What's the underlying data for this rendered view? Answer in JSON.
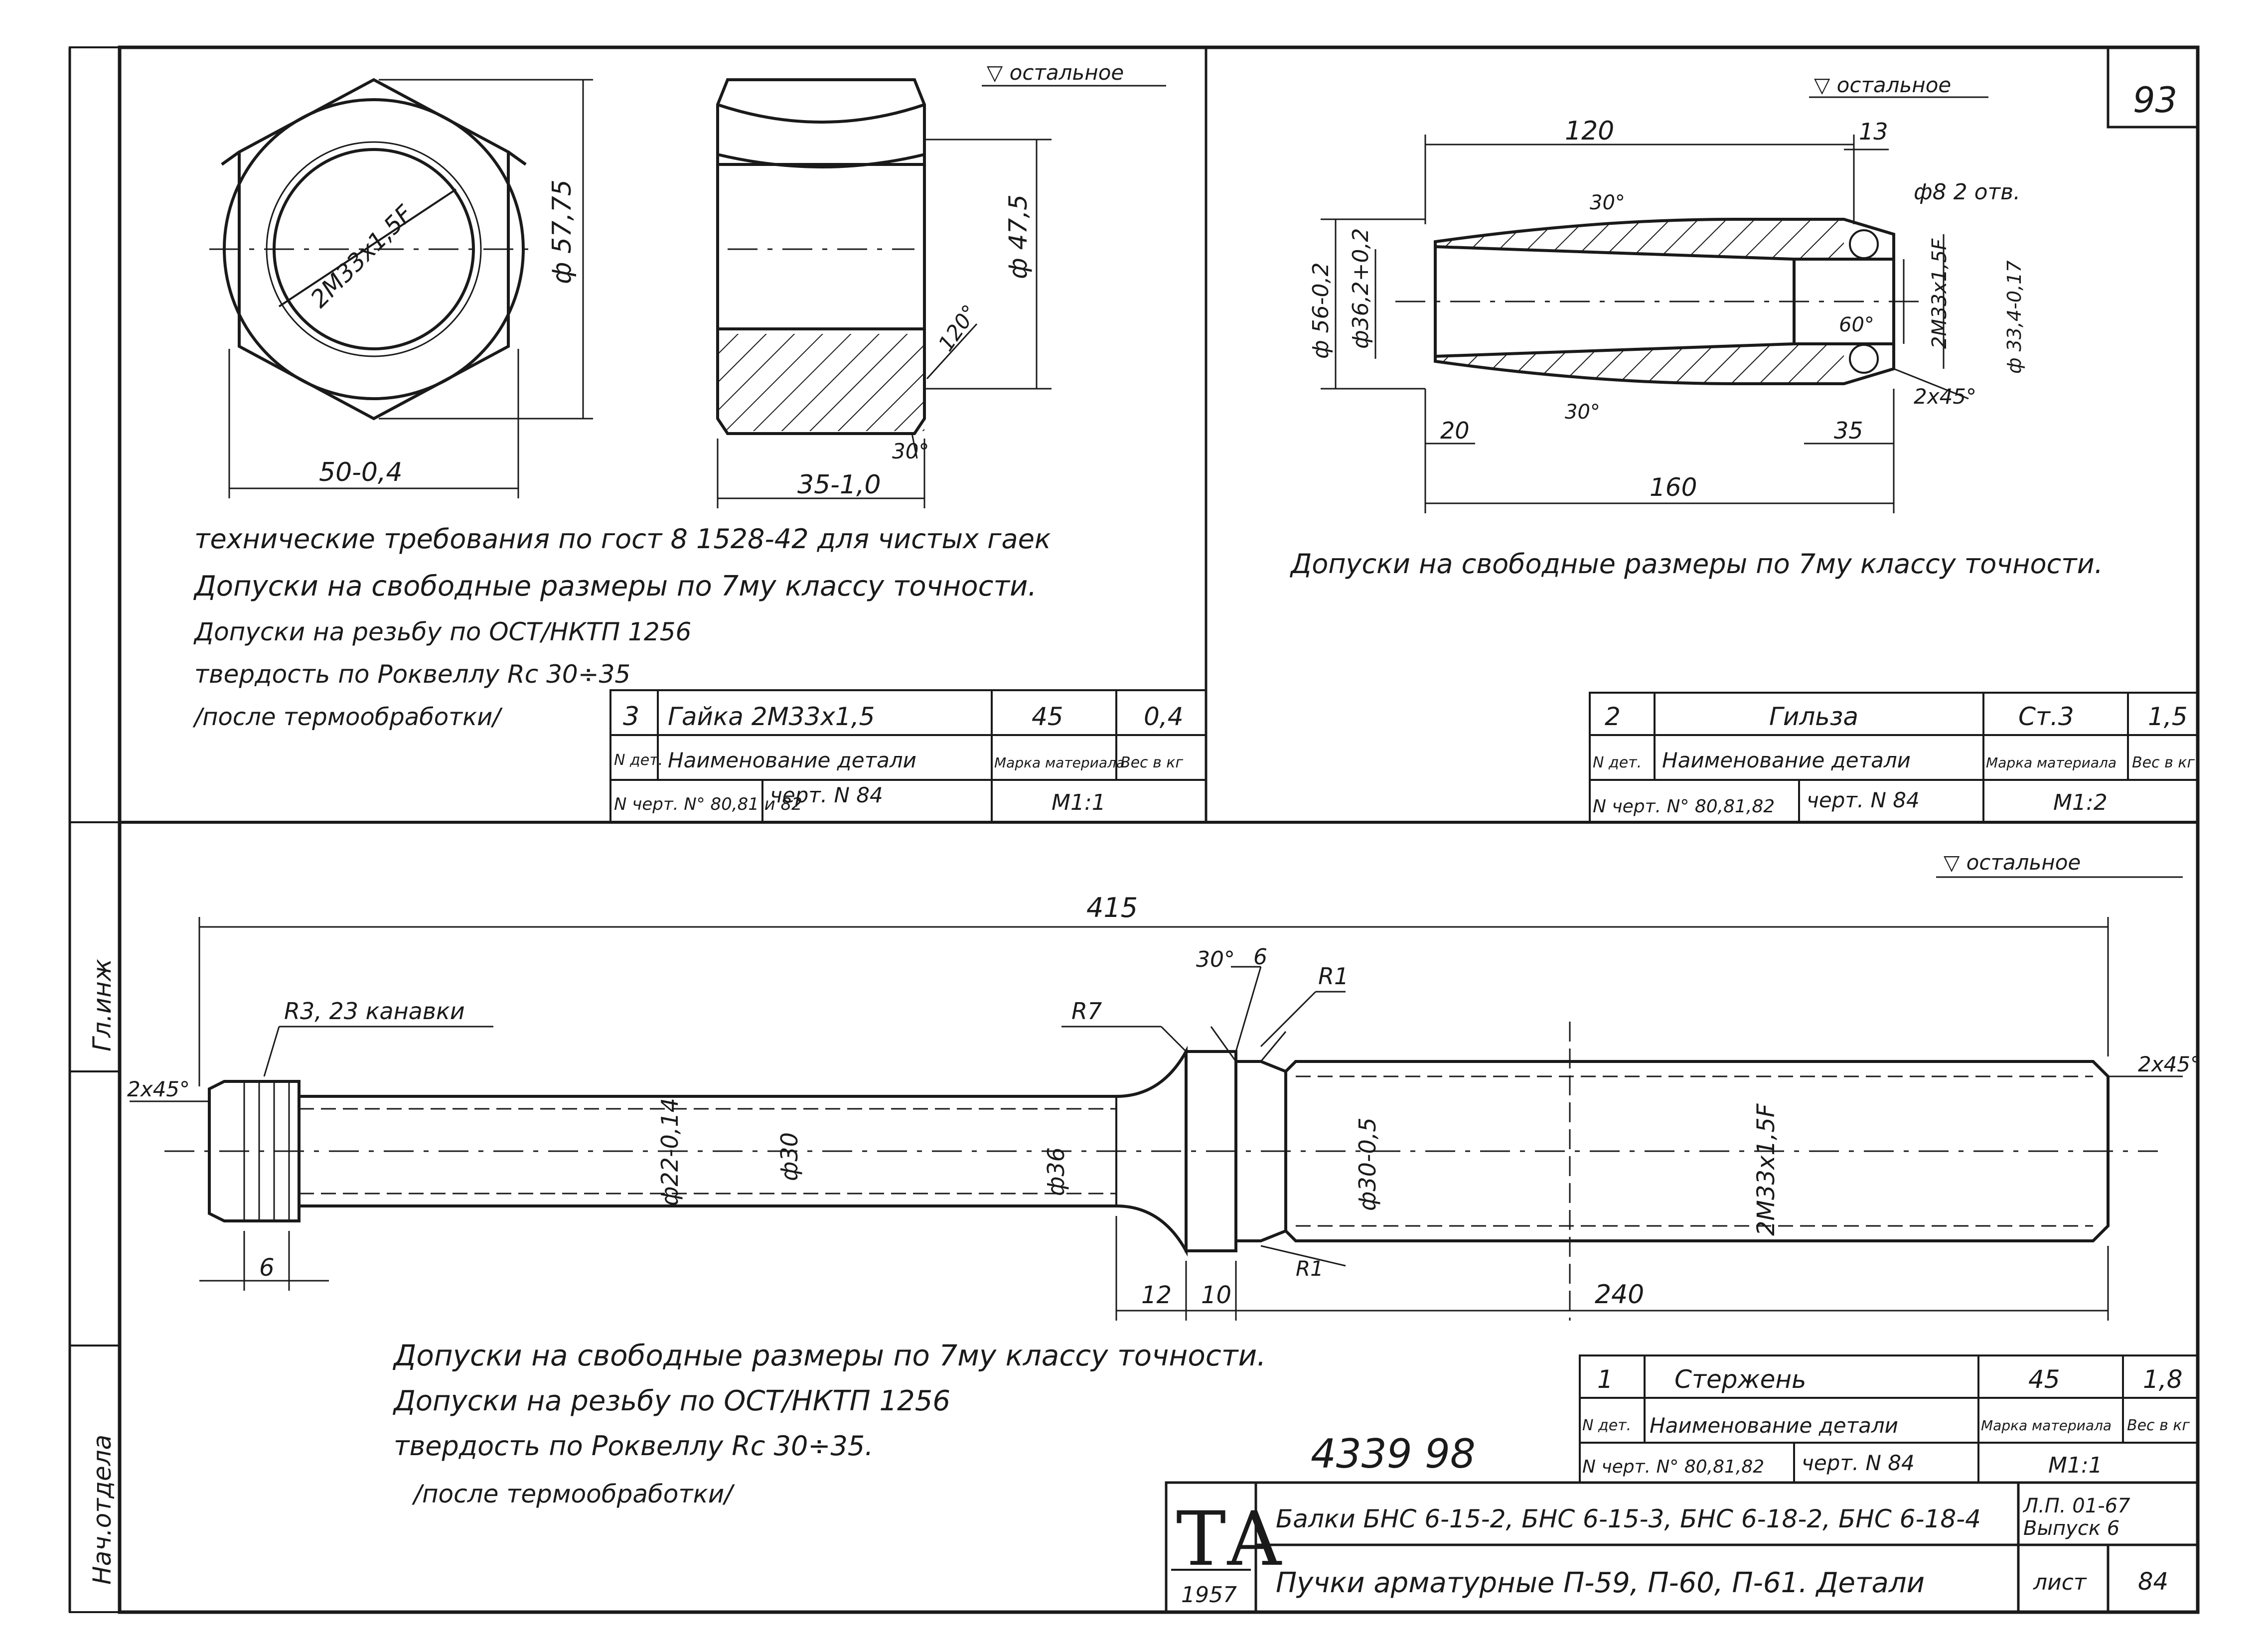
{
  "sheet": {
    "page_number": "93",
    "stamp_number": "4339 98",
    "logo_text": "ТА",
    "year": "1957",
    "title_line1": "Балки БНС 6-15-2, БНС 6-15-3, БНС 6-18-2, БНС 6-18-4",
    "title_line2": "Пучки арматурные П-59, П-60, П-61. Детали",
    "album_ref": "Л.П. 01-67",
    "issue": "Выпуск 6",
    "sheet_label": "лист",
    "sheet_no": "84",
    "margin_label_1": "Нач.отдела",
    "margin_label_2": "Гл.инж"
  },
  "nut": {
    "surface_note": "▽ остальное",
    "thread_label": "2М33x1,5F",
    "dim_height": "ф 57,75",
    "dim_width": "50-0,4",
    "dim_length": "35-1,0",
    "dim_chamfer_dia": "ф 47,5",
    "angle_120": "120°",
    "angle_30": "30°",
    "notes": [
      "технические требования по гост 8 1528-42 для чистых гаек",
      "Допуски на свободные размеры по 7му классу точности.",
      "Допуски на резьбу по ОСТ/НКТП 1256",
      "твердость по Роквеллу Rc 30÷35",
      "/после термообработки/"
    ],
    "table": {
      "pos": "3",
      "name": "Гайка 2М33x1,5",
      "material": "45",
      "weight": "0,4",
      "h_pos": "N дет.",
      "h_name": "Наименование детали",
      "h_material": "Марка материала",
      "h_weight": "Вес в кг",
      "drawing_ref": "N черт. N° 80,81 и 82",
      "detail_ref": "черт. N 84",
      "scale": "М1:1"
    }
  },
  "sleeve": {
    "surface_note": "▽ остальное",
    "dim_120": "120",
    "dim_13": "13",
    "dim_160": "160",
    "dim_20": "20",
    "dim_35": "35",
    "dia_56": "ф 56-0,2",
    "dia_36": "ф36,2+0,2",
    "thread": "2М33x1,5F",
    "dia_right": "ф 33,4-0,17",
    "holes": "ф8 2 отв.",
    "chamfer": "2x45°",
    "angle_30a": "30°",
    "angle_30b": "30°",
    "angle_60": "60°",
    "note": "Допуски на свободные размеры по 7му классу точности.",
    "table": {
      "pos": "2",
      "name": "Гильза",
      "material": "Ст.3",
      "weight": "1,5",
      "h_pos": "N дет.",
      "h_name": "Наименование детали",
      "h_material": "Марка материала",
      "h_weight": "Вес в кг",
      "drawing_ref": "N черт. N° 80,81,82",
      "detail_ref": "черт. N 84",
      "scale": "М1:2"
    }
  },
  "rod": {
    "surface_note": "▽ остальное",
    "dim_415": "415",
    "dim_240": "240",
    "dim_12": "12",
    "dim_10": "10",
    "dim_6a": "6",
    "dim_6b": "6",
    "grooves": "R3, 23 канавки",
    "r7": "R7",
    "r1": "R1",
    "r1b": "R1",
    "angle_30": "30°",
    "chamfer_left": "2x45°",
    "chamfer_right": "2x45°",
    "dia_22": "ф22-0,14",
    "dia_30": "ф30",
    "dia_36": "ф36",
    "dia_30b": "ф30-0,5",
    "thread": "2М33x1,5F",
    "notes": [
      "Допуски на свободные размеры по 7му классу точности.",
      "Допуски на резьбу по ОСТ/НКТП 1256",
      "твердость по Роквеллу Rc 30÷35.",
      "/после термообработки/"
    ],
    "table": {
      "pos": "1",
      "name": "Стержень",
      "material": "45",
      "weight": "1,8",
      "h_pos": "N дет.",
      "h_name": "Наименование детали",
      "h_material": "Марка материала",
      "h_weight": "Вес в кг",
      "drawing_ref": "N черт. N° 80,81,82",
      "detail_ref": "черт. N 84",
      "scale": "М1:1"
    }
  }
}
